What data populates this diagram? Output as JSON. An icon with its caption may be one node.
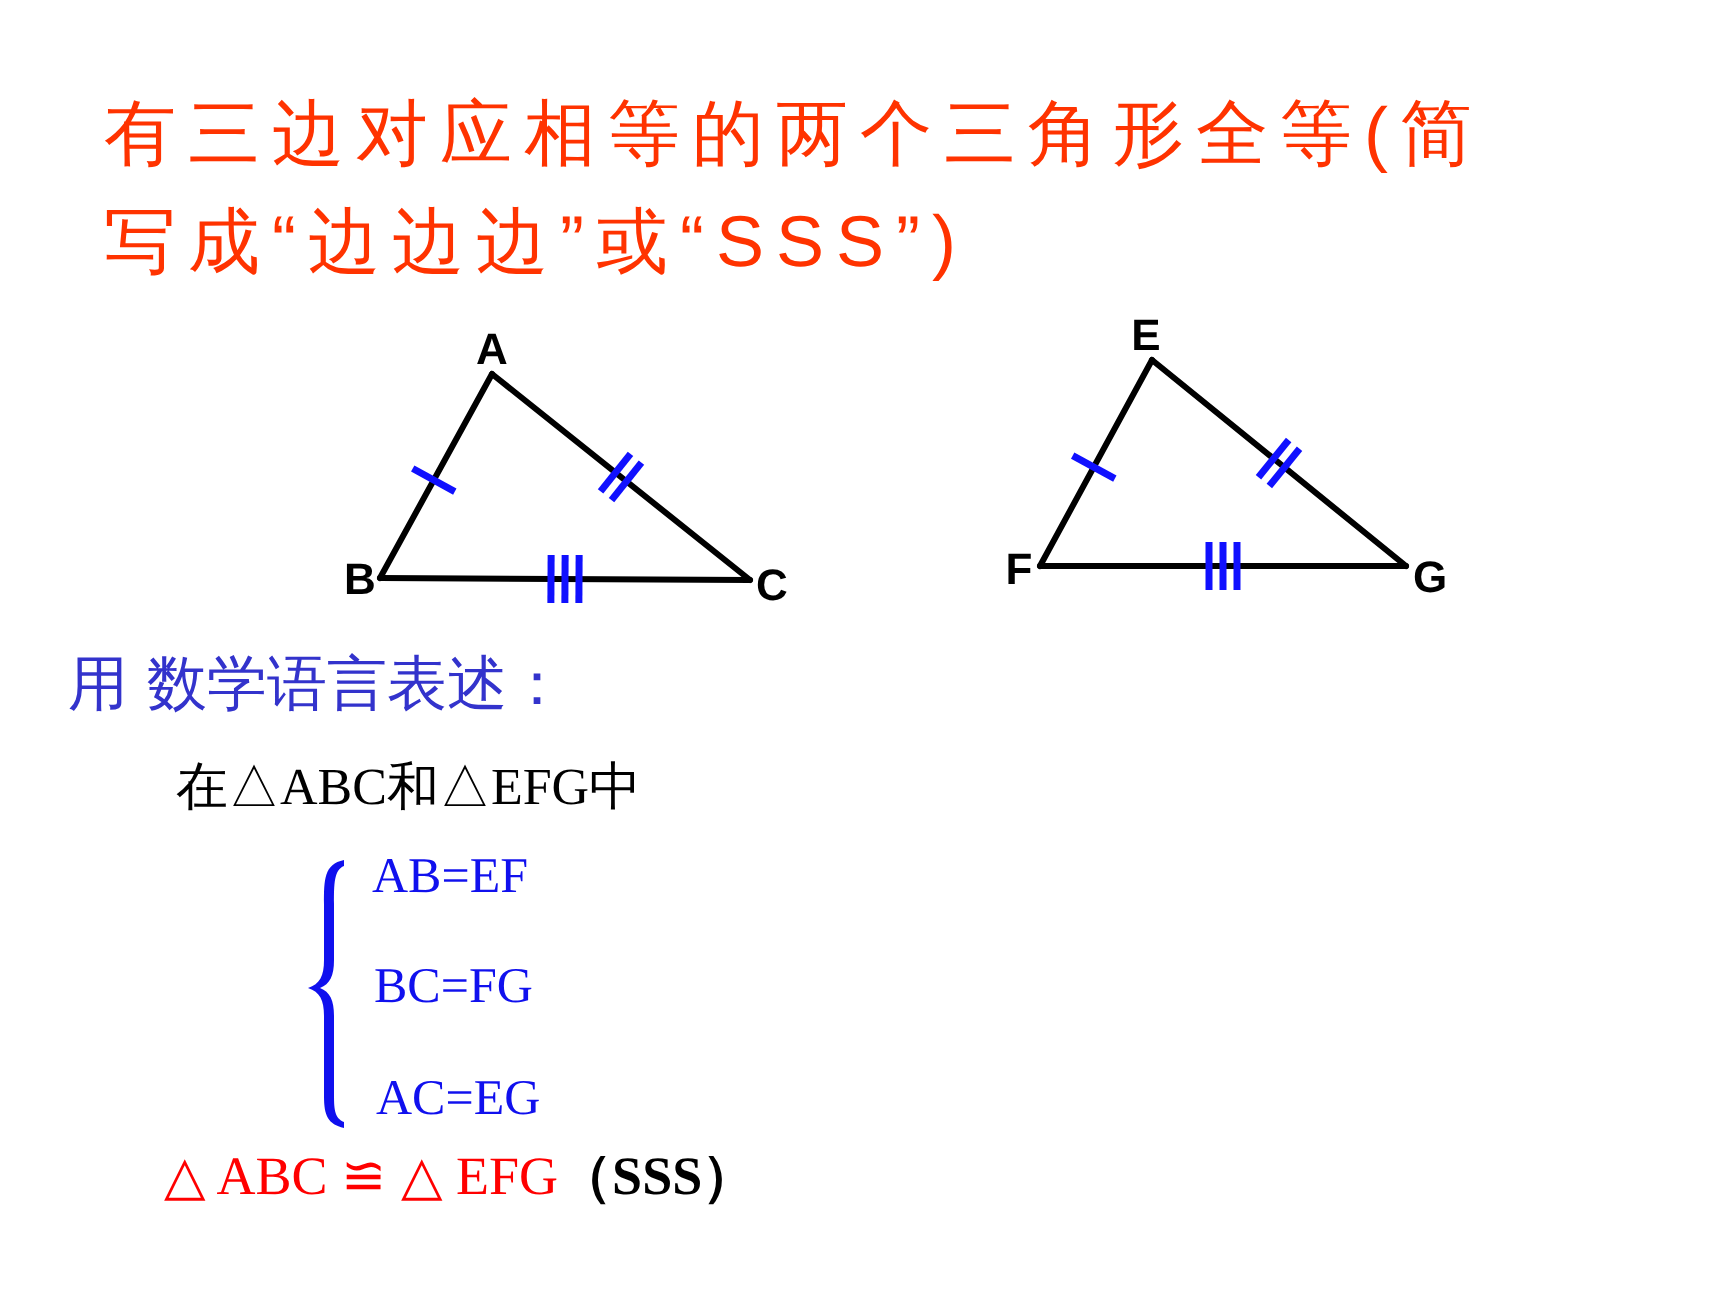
{
  "diagram": {
    "title": "有三边对应相等的两个三角形全等(简写成“边边边”或“SSS”)",
    "nodes": [
      {
        "text": [
          "A"
        ]
      },
      {
        "text": [
          "B"
        ]
      },
      {
        "text": [
          "C"
        ]
      },
      {
        "text": [
          "E"
        ]
      },
      {
        "text": [
          "F"
        ]
      },
      {
        "text": [
          "G"
        ]
      }
    ],
    "edges": [
      {
        "from": 0,
        "to": 1,
        "arrow": "none"
      },
      {
        "from": 0,
        "to": 2,
        "arrow": "none"
      },
      {
        "from": 1,
        "to": 2,
        "arrow": "none"
      },
      {
        "from": 3,
        "to": 4,
        "arrow": "none"
      },
      {
        "from": 3,
        "to": 5,
        "arrow": "none"
      },
      {
        "from": 4,
        "to": 5,
        "arrow": "none"
      }
    ],
    "labels": [
      "用 数学语言表述：",
      "在△ABC和△EFG中",
      "AB=EF",
      "BC=FG",
      "AC=EG",
      "△ ABC ≌ △ EFG**（SSS）**"
    ]
  }
}
